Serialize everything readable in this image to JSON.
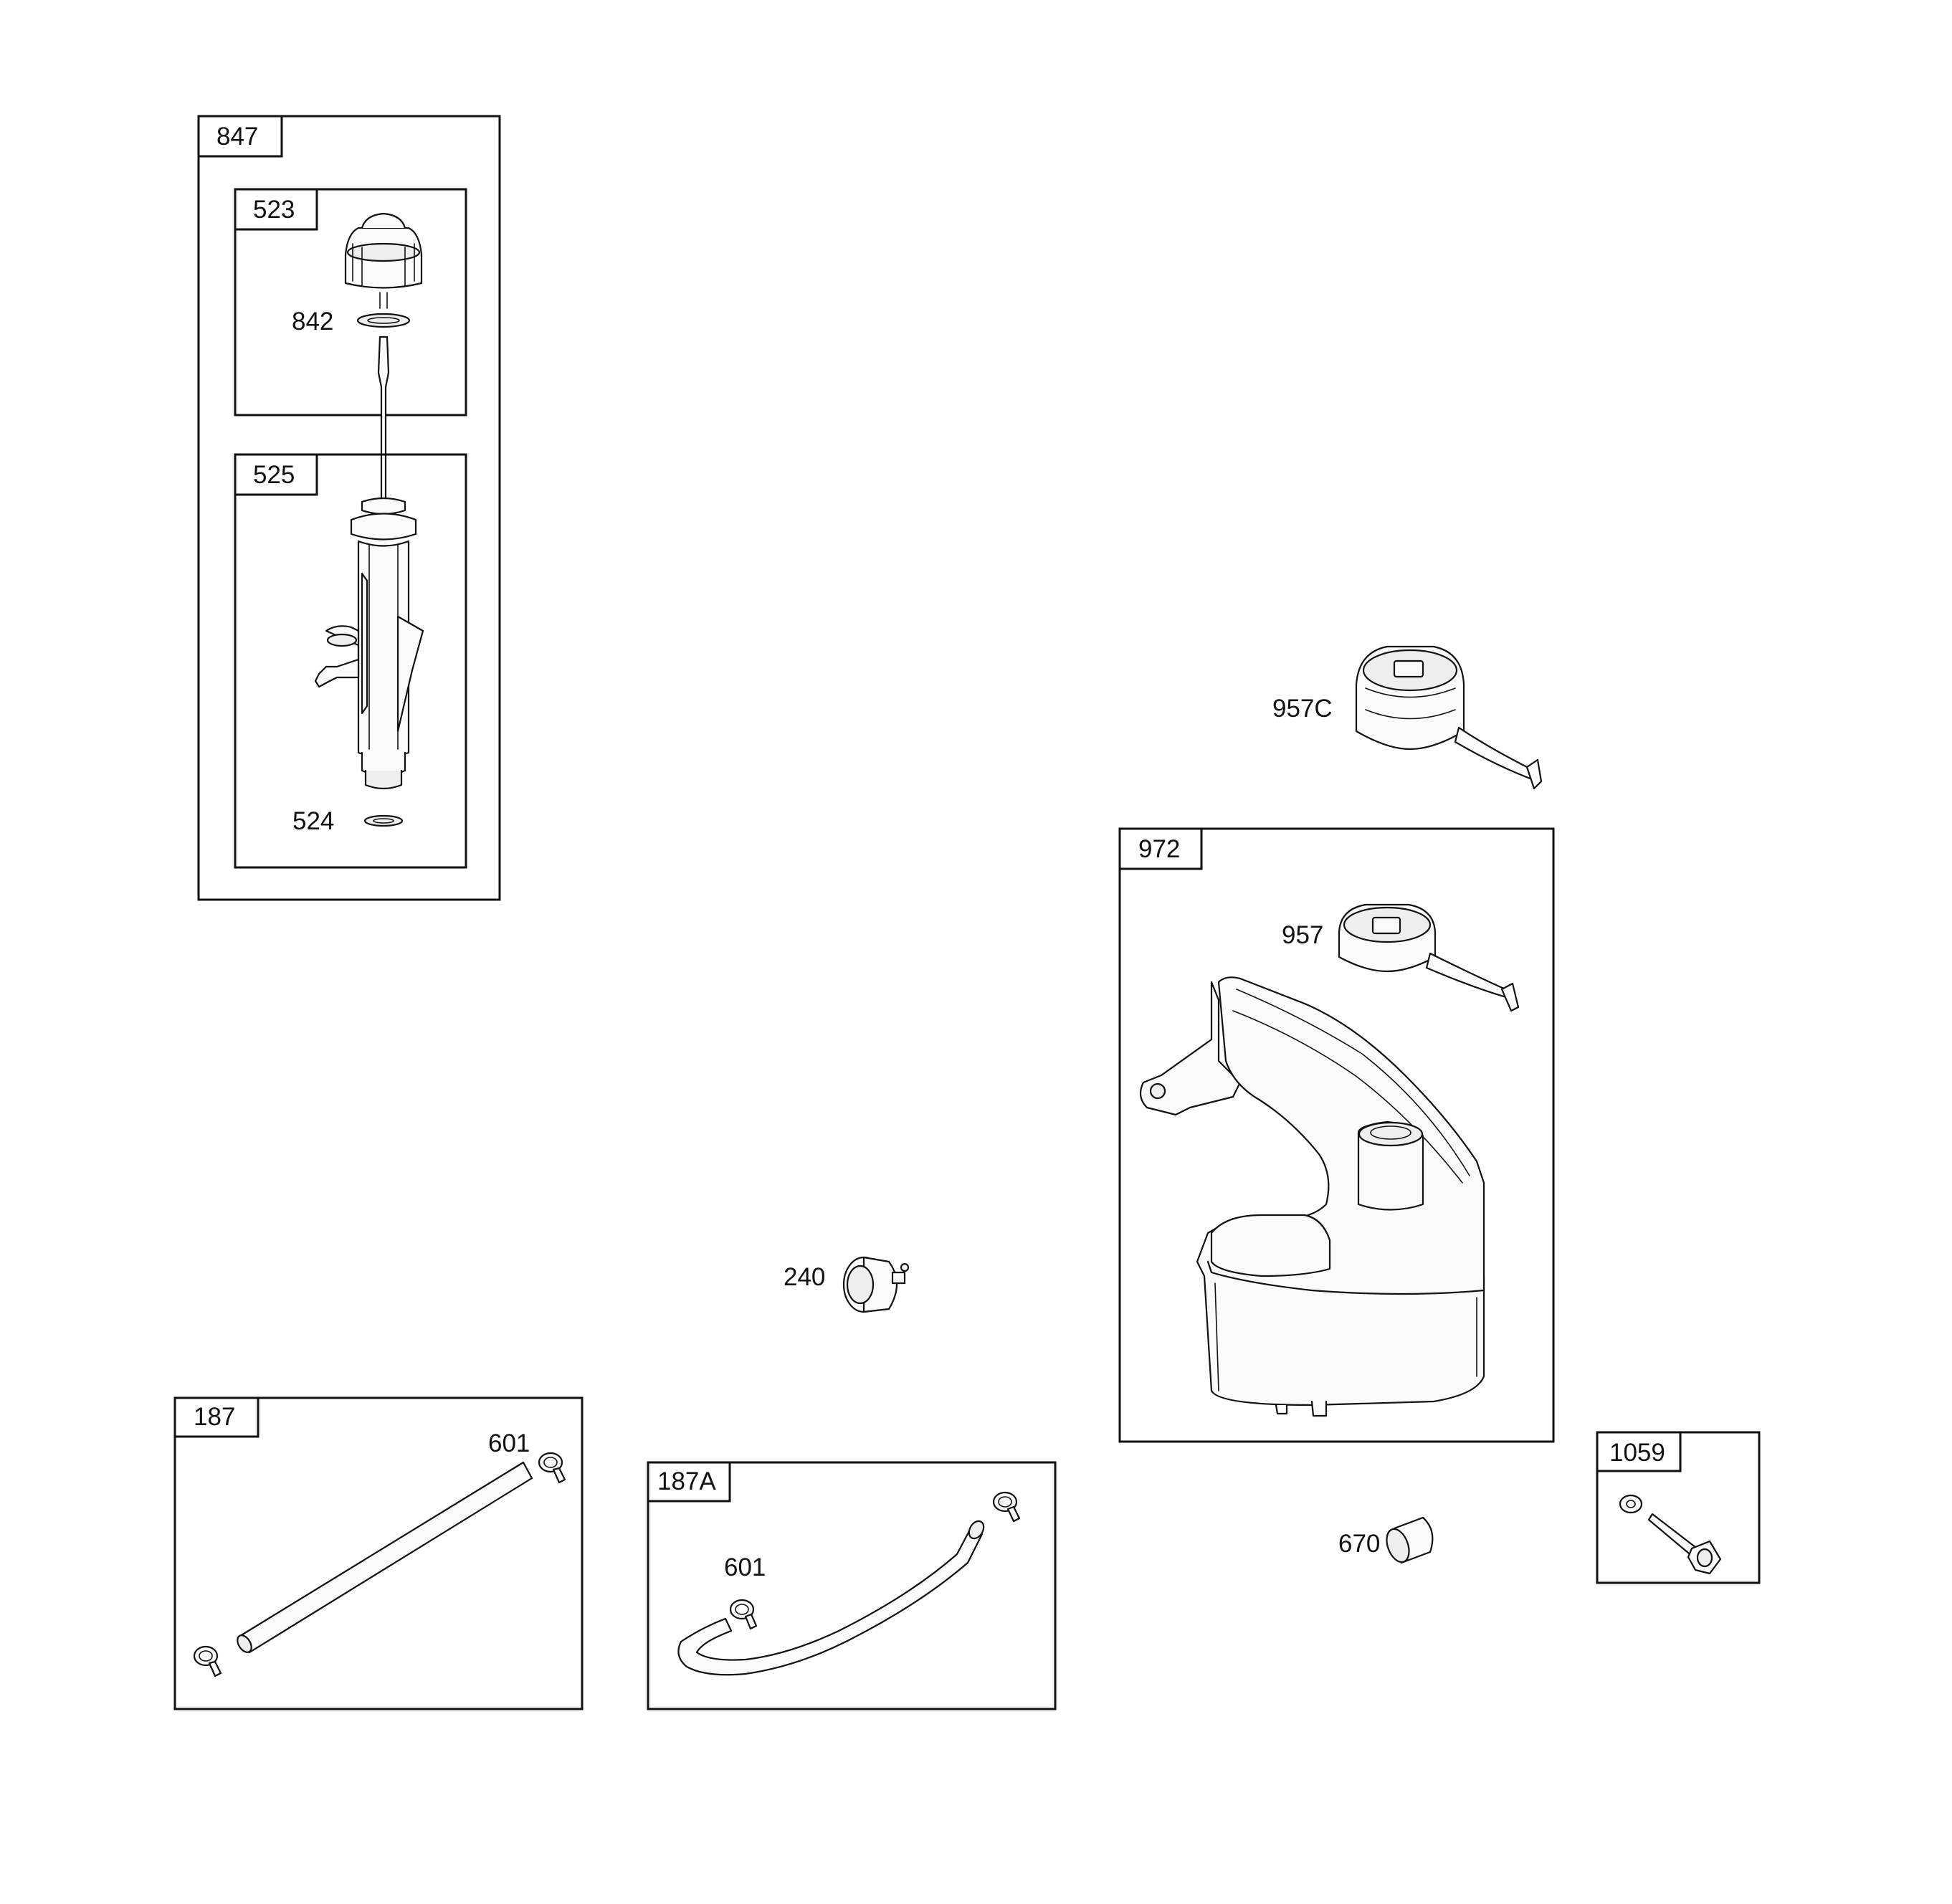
{
  "groups": [
    {
      "id": "847"
    },
    {
      "id": "523"
    },
    {
      "id": "525"
    },
    {
      "id": "972"
    },
    {
      "id": "187"
    },
    {
      "id": "187A"
    },
    {
      "id": "1059"
    }
  ],
  "callouts": {
    "p842": "842",
    "p524": "524",
    "p957C": "957C",
    "p957": "957",
    "p240": "240",
    "p601_187": "601",
    "p601_187A": "601",
    "p670": "670"
  }
}
